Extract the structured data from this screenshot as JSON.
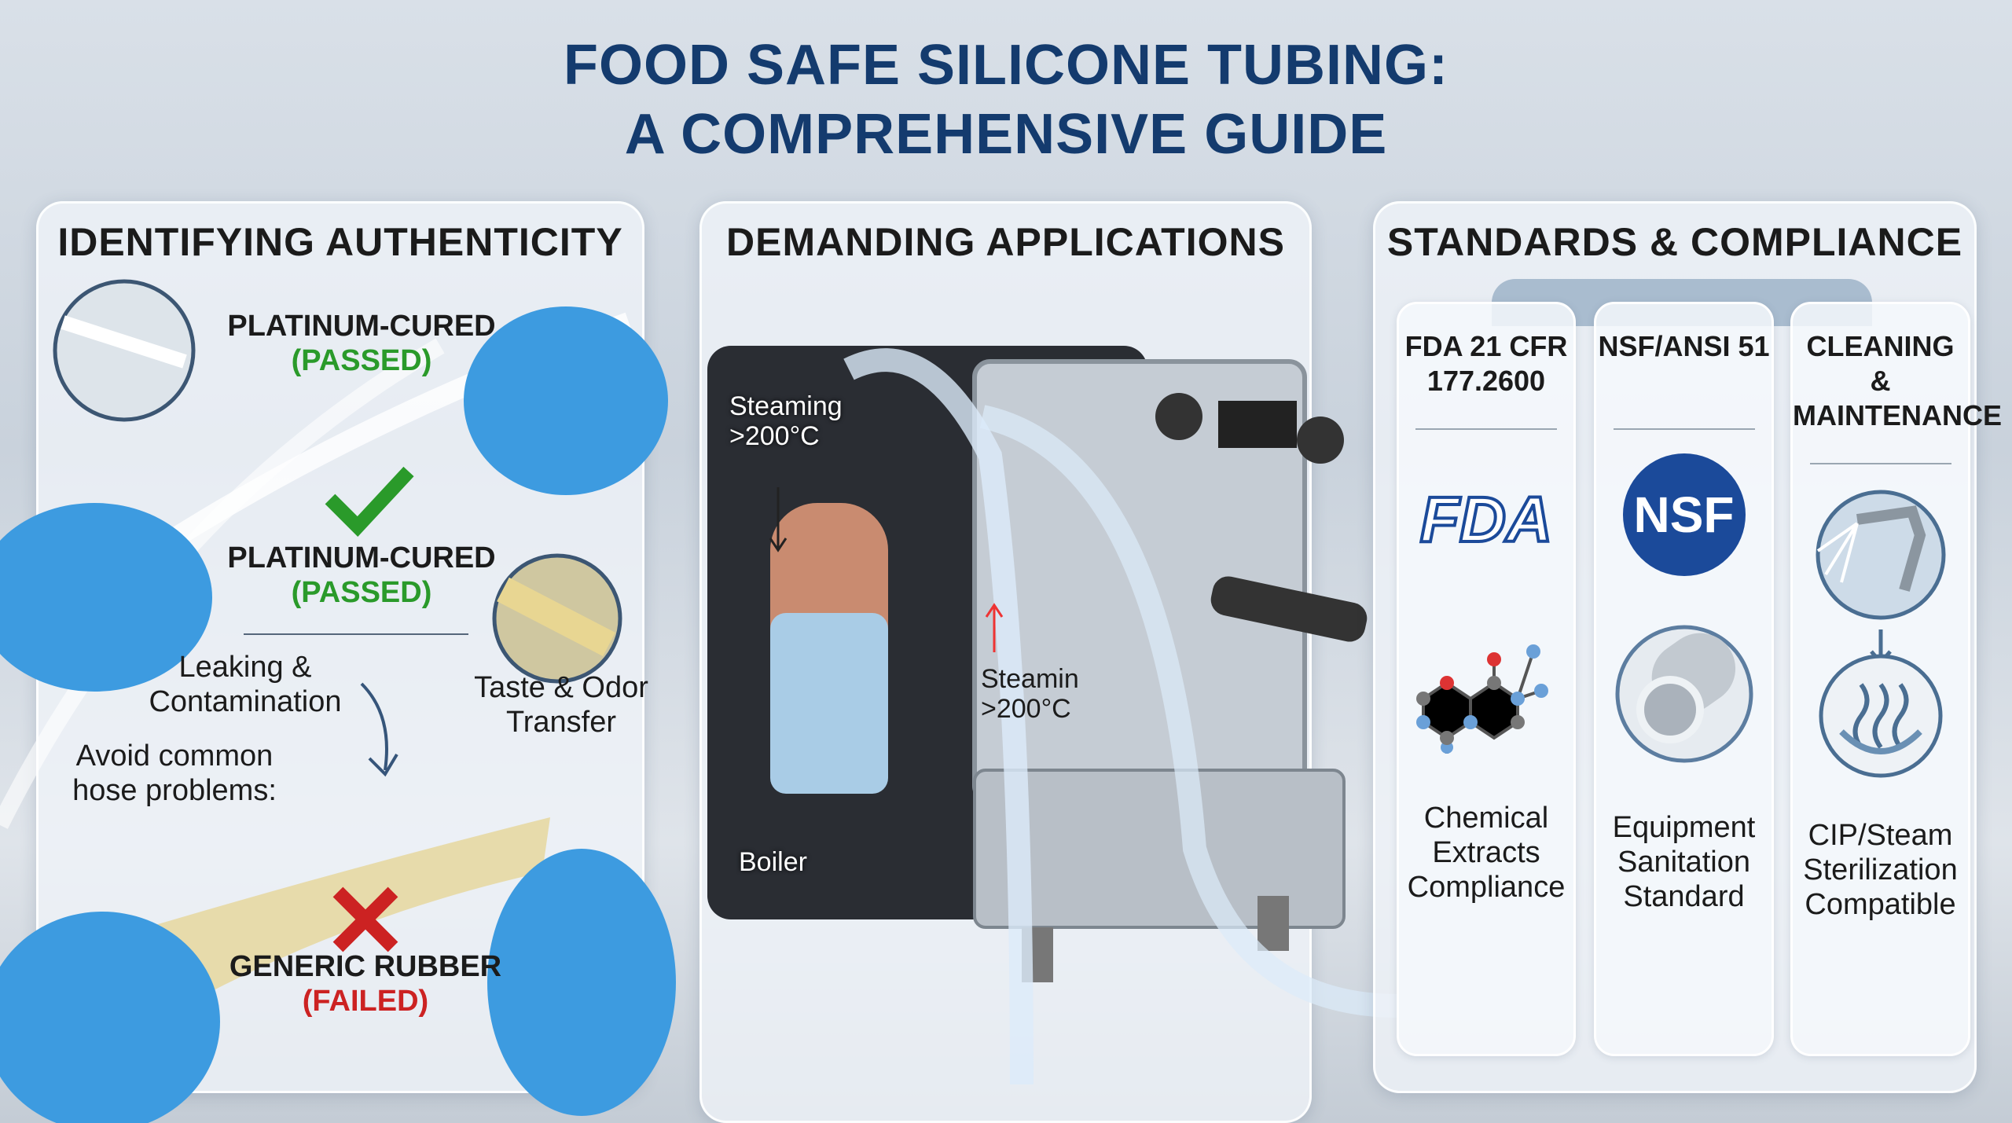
{
  "title": {
    "line1": "FOOD SAFE SILICONE TUBING:",
    "line2": "A COMPREHENSIVE GUIDE"
  },
  "left": {
    "heading": "IDENTIFYING AUTHENTICITY",
    "pass1": {
      "label": "PLATINUM-CURED",
      "status": "(PASSED)"
    },
    "pass2": {
      "label": "PLATINUM-CURED",
      "status": "(PASSED)"
    },
    "problem1": {
      "l1": "Leaking &",
      "l2": "Contamination"
    },
    "problem2": {
      "l1": "Taste & Odor",
      "l2": "Transfer"
    },
    "avoid": {
      "l1": "Avoid common",
      "l2": "hose problems:"
    },
    "fail": {
      "label": "GENERIC RUBBER",
      "status": "(FAILED)"
    }
  },
  "middle": {
    "heading": "DEMANDING APPLICATIONS",
    "steam1": {
      "l1": "Steaming",
      "l2": ">200°C"
    },
    "steam2": {
      "l1": "Steamin",
      "l2": ">200°C"
    },
    "boiler": "Boiler"
  },
  "right": {
    "heading": "STANDARDS & COMPLIANCE",
    "cards": [
      {
        "h1": "FDA 21 CFR",
        "h2": "177.2600",
        "logo": "FDA",
        "c1": "Chemical",
        "c2": "Extracts",
        "c3": "Compliance"
      },
      {
        "h1": "NSF/ANSI 51",
        "h2": "",
        "logo": "NSF",
        "c1": "Equipment",
        "c2": "Sanitation",
        "c3": "Standard"
      },
      {
        "h1": "CLEANING &",
        "h2": "MAINTENANCE",
        "logo": "",
        "c1": "CIP/Steam",
        "c2": "Sterilization",
        "c3": "Compatible"
      }
    ]
  },
  "colors": {
    "title": "#143b6e",
    "pass": "#2a9a2a",
    "fail": "#cc2222",
    "glove": "#3d9be0",
    "logo_blue": "#1b4a9a"
  }
}
